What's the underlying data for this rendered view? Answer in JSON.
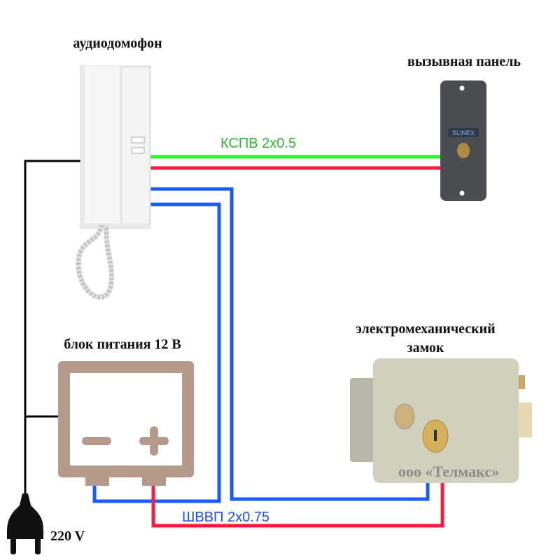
{
  "labels": {
    "intercom": "аудиодомофон",
    "call_panel": "вызывная панель",
    "cable_panel": "КСПВ 2x0.5",
    "psu": "блок питания 12 В",
    "lock_line1": "электромеханический",
    "lock_line2": "замок",
    "cable_lock": "ШВВП 2x0.75",
    "mains": "220 V",
    "watermark": "ооо «Телмакс»",
    "panel_brand": "SLINEX"
  },
  "colors": {
    "green_wire": "#33ee33",
    "red_wire": "#ff1a40",
    "blue_wire": "#1a5cff",
    "black_wire": "#000000",
    "psu": "#b59a8c",
    "cable_panel_text": "#2fb52f",
    "cable_lock_text": "#1a4dff"
  },
  "icons": [
    "intercom-handset",
    "call-panel",
    "power-supply-box",
    "electromechanical-lock",
    "power-plug"
  ]
}
